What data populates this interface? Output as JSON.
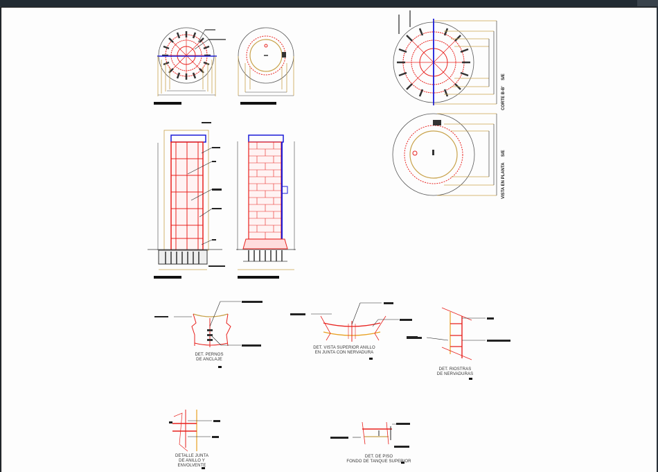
{
  "window": {
    "title_bar_color": "#222b33",
    "canvas_color": "#fdfdfd"
  },
  "drawing": {
    "type": "CAD tank construction drawing",
    "colors": {
      "rebar": "#e8201c",
      "structure_blue": "#1a1ad8",
      "dimension": "#c8a24a",
      "outline": "#333333",
      "bolts": "#222222"
    },
    "views": [
      {
        "id": "plan-ribs",
        "caption": "",
        "kind": "circular plan with radial ribs"
      },
      {
        "id": "plan-ring",
        "caption": "",
        "kind": "circular plan with ring"
      },
      {
        "id": "section-elevation",
        "caption": "",
        "kind": "vertical section"
      },
      {
        "id": "side-elevation",
        "caption": "",
        "kind": "exterior elevation"
      }
    ],
    "right_views": {
      "upper_label": "CORTE B-B'",
      "upper_scale": "S/E",
      "lower_label": "VISTA EN PLANTA",
      "lower_scale": "S/E"
    },
    "details": [
      {
        "id": "det-pernos",
        "line1": "DET. PERNOS",
        "line2": "DE ANCLAJE",
        "line3": ""
      },
      {
        "id": "det-vista-superior",
        "line1": "DET. VISTA SUPERIOR ANILLO",
        "line2": "EN JUNTA CON NERVADURA",
        "line3": ""
      },
      {
        "id": "det-riostras",
        "line1": "DET. RIOSTRAS",
        "line2": "DE NERVADURAS",
        "line3": ""
      },
      {
        "id": "det-junta",
        "line1": "DETALLE JUNTA",
        "line2": "DE ANILLO Y",
        "line3": "ENVOLVENTE"
      },
      {
        "id": "det-piso",
        "line1": "DET. DE PISO",
        "line2": "FONDO DE TANQUE SUPERIOR",
        "line3": ""
      }
    ]
  }
}
